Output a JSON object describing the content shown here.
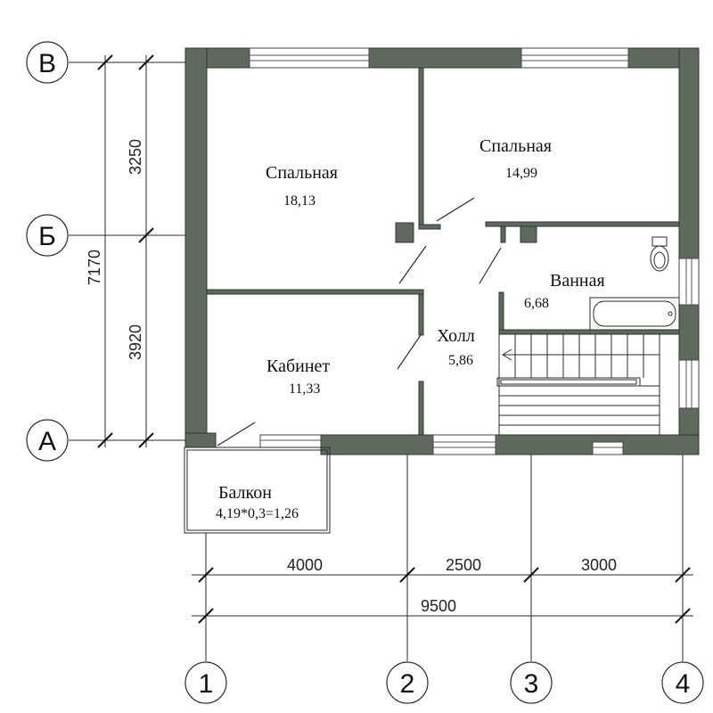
{
  "rooms": {
    "bedroom1": {
      "name": "Спальная",
      "area": "18,13"
    },
    "bedroom2": {
      "name": "Спальная",
      "area": "14,99"
    },
    "bathroom": {
      "name": "Ванная",
      "area": "6,68"
    },
    "hall": {
      "name": "Холл",
      "area": "5,86"
    },
    "study": {
      "name": "Кабинет",
      "area": "11,33"
    },
    "balcony": {
      "name": "Балкон",
      "area": "4,19*0,3=1,26"
    }
  },
  "dimensions": {
    "left": {
      "top": "3250",
      "bottom": "3920",
      "total": "7170"
    },
    "bottom": {
      "seg1": "4000",
      "seg2": "2500",
      "seg3": "3000",
      "total": "9500"
    }
  },
  "axes": {
    "rows": [
      "В",
      "Б",
      "А"
    ],
    "cols": [
      "1",
      "2",
      "3",
      "4"
    ]
  }
}
